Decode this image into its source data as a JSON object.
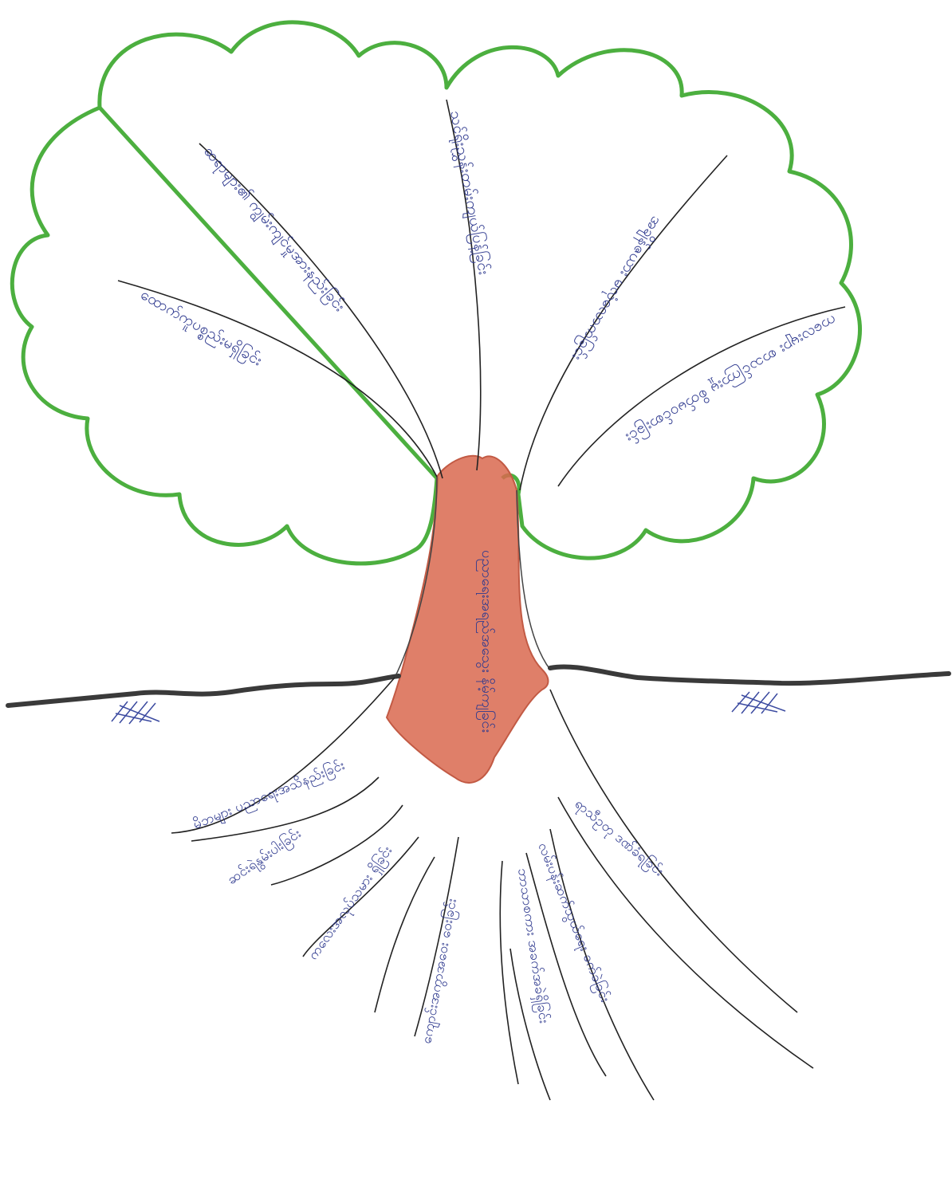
{
  "diagram": {
    "branches": [
      {
        "text": "ထောက်ကူပစ္စည်းမရှိခြင်း"
      },
      {
        "text": "ဆရာများ၏ ကျွမ်းကျင်မှုအားနည်းခြင်း"
      },
      {
        "text": "သင်ရိုးညွှန်းတမ်းကျယ်ပြန့်ခြင်း"
      },
      {
        "text": "အချိန်ဇယား မလုံလောက်ခြင်း"
      },
      {
        "text": "ကလေးများ စာသင်ကြားမှု စိတ်မဝင်စားခြင်း"
      }
    ],
    "trunk": {
      "text": "ပညာရေးအရည်အသွေး နိမ့်ကျခြင်း"
    },
    "roots": [
      {
        "text": "မိဘများ ပညာရေးအသိနည်းခြင်း"
      },
      {
        "text": "ဆင်းရဲနွမ်းပါးခြင်း"
      },
      {
        "text": "ကလေးအလုပ်သမား ရှိခြင်း"
      },
      {
        "text": "ကျောင်းအကွာအဝေး ဝေးခြင်း"
      },
      {
        "text": "ဘာသာစကား အခက်အခဲရှိခြင်း"
      },
      {
        "text": "လမ်းပန်းဆက်သွယ်ရေး ခက်ခဲခြင်း"
      },
      {
        "text": "ရာသီဥတု ဒဏ်ခံရခြင်း"
      }
    ]
  },
  "colors": {
    "canopy_outline": "#4caf3f",
    "trunk_fill": "#d9694f",
    "ground": "#3a3a3a",
    "ink": "#2f3a8f"
  }
}
